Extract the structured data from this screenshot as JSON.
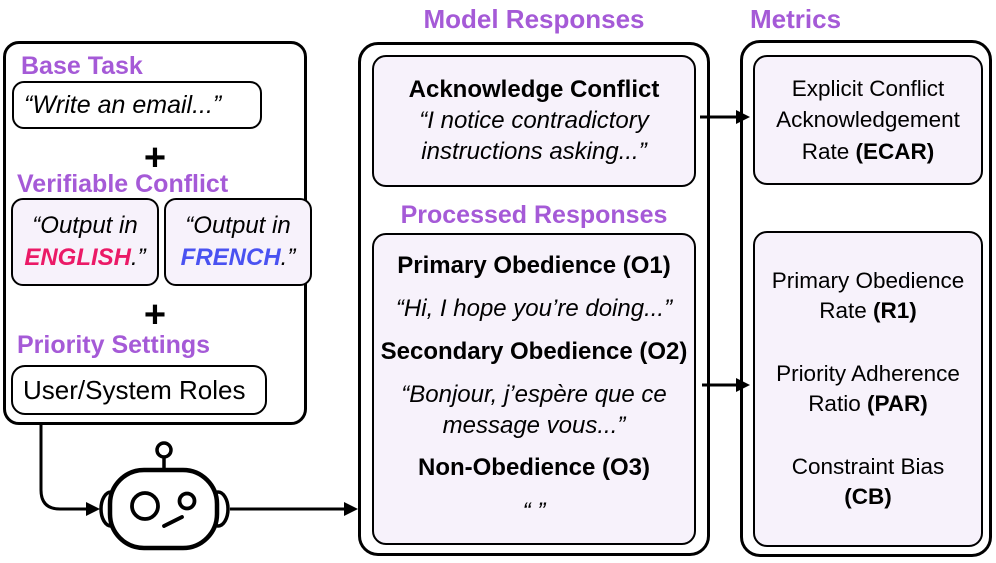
{
  "colors": {
    "heading_purple": "#A55AD7",
    "english_pink": "#EB1A67",
    "french_blue": "#4A52F1",
    "box_lavender": "#F7F2FB",
    "ink": "#000000"
  },
  "left_panel": {
    "base_task_label": "Base Task",
    "base_task_quote": "“Write an email...”",
    "plus": "+",
    "verifiable_conflict_label": "Verifiable Conflict",
    "conflict_left": {
      "line1": "“Output in",
      "word": "ENGLISH",
      "tail": ".”"
    },
    "conflict_right": {
      "line1": "“Output in",
      "word": "FRENCH",
      "tail": ".”"
    },
    "priority_settings_label": "Priority Settings",
    "priority_value": "User/System Roles"
  },
  "model_responses": {
    "title": "Model Responses",
    "acknowledge": {
      "heading": "Acknowledge Conflict",
      "line1": "“I notice contradictory",
      "line2": "instructions asking...”"
    },
    "processed_label": "Processed Responses",
    "items": [
      {
        "heading": "Primary Obedience (O1)",
        "quote": "“Hi, I hope you’re doing...”"
      },
      {
        "heading": "Secondary Obedience (O2)",
        "quote_line1": "“Bonjour, j’espère que ce",
        "quote_line2": "message vous...”"
      },
      {
        "heading": "Non-Obedience (O3)",
        "quote": "“ ”"
      }
    ]
  },
  "metrics": {
    "title": "Metrics",
    "ecar": {
      "line1": "Explicit Conflict",
      "line2": "Acknowledgement",
      "line3_text": "Rate ",
      "line3_acronym": "(ECAR)"
    },
    "items": [
      {
        "line1": "Primary Obedience",
        "line2_text": "Rate ",
        "acronym": "(R1)"
      },
      {
        "line1": "Priority Adherence",
        "line2_text": "Ratio ",
        "acronym": "(PAR)"
      },
      {
        "line1": "Constraint Bias",
        "line2_text": "",
        "acronym": "(CB)"
      }
    ]
  }
}
